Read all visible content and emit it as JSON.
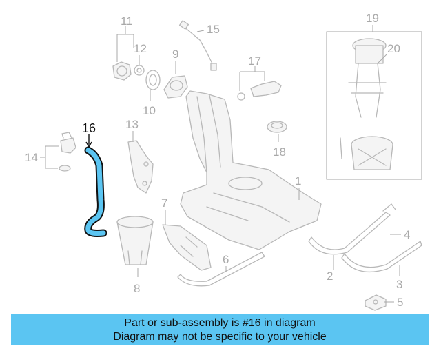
{
  "diagram": {
    "highlighted_part": "16",
    "highlight_color": "#5bc5f2",
    "callouts": {
      "c1": "1",
      "c2": "2",
      "c3": "3",
      "c4": "4",
      "c5": "5",
      "c6": "6",
      "c7": "7",
      "c8": "8",
      "c9": "9",
      "c10": "10",
      "c11": "11",
      "c12": "12",
      "c13": "13",
      "c14": "14",
      "c15": "15",
      "c16": "16",
      "c17": "17",
      "c18": "18",
      "c19": "19",
      "c20": "20"
    }
  },
  "caption": {
    "line1": "Part or sub-assembly is #16 in diagram",
    "line2": "Diagram may not be specific to your vehicle",
    "background": "#5bc5f2"
  }
}
